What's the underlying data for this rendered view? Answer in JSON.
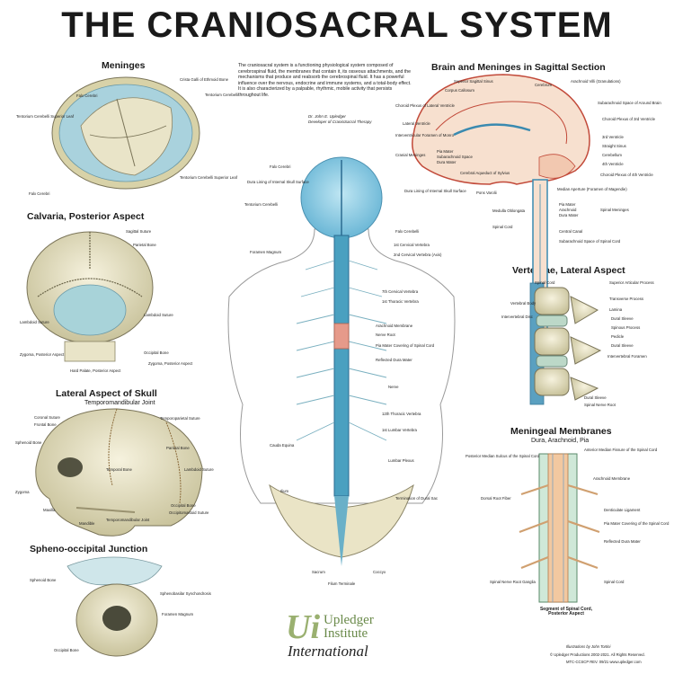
{
  "title": "THE CRANIOSACRAL SYSTEM",
  "intro": {
    "text": "The craniosacral system is a functioning physiological system composed of cerebrospinal fluid, the membranes that contain it, its osseous attachments, and the mechanisms that produce and reabsorb the cerebrospinal fluid. It has a powerful influence over the nervous, endocrine and immune systems, and a total-body effect. It is also characterized by a palpable, rhythmic, mobile activity that persists throughout life.",
    "author": "Dr. John E. Upledger",
    "author_role": "Developer of CranioSacral Therapy"
  },
  "panels": {
    "meninges": {
      "title": "Meninges",
      "labels": [
        "Crista Galli of Ethmoid Bone",
        "Falx Cerebri",
        "Tentorium Cerebelli",
        "Tentorium Cerebelli Superior Leaf",
        "Falx Cerebri",
        "Tentorium Cerebelli Superior Leaf"
      ]
    },
    "calvaria": {
      "title": "Calvaria, Posterior Aspect",
      "labels": [
        "Sagittal Suture",
        "Parietal Bone",
        "Lambdoid Suture",
        "Lambdoid Suture",
        "Zygoma, Posterior Aspect",
        "Occipital Bone",
        "Zygoma, Posterior Aspect",
        "Hard Palate, Posterior Aspect"
      ]
    },
    "lateral_skull": {
      "title": "Lateral Aspect of Skull",
      "subtitle": "Temporomandibular Joint",
      "labels": [
        "Coronal Suture",
        "Frontal Bone",
        "Temporoparietal Suture",
        "Sphenoid Bone",
        "Parietal Bone",
        "Temporal Bone",
        "Lambdoid Suture",
        "Zygoma",
        "Maxilla",
        "Mandible",
        "Occipital Bone",
        "Occipitomastoid Suture",
        "Temporomandibular Joint"
      ]
    },
    "spheno": {
      "title": "Spheno-occipital Junction",
      "labels": [
        "Sphenoid Bone",
        "Sphenobasilar Synchondrosis",
        "Foramen Magnum",
        "Occipital Bone"
      ]
    },
    "brain": {
      "title": "Brain and Meninges in Sagittal Section",
      "labels": [
        "Superior Sagittal Sinus",
        "Corpus Callosum",
        "Cerebrum",
        "Arachnoid Villi (Granulations)",
        "Choroid Plexus of Lateral Ventricle",
        "Subarachnoid Space of Around Brain",
        "Lateral Ventricle",
        "Choroid Plexus of 3rd Ventricle",
        "Interventricular Foramen of Monro",
        "3rd Ventricle",
        "Cranial Meninges",
        "Pia Mater",
        "Subarachnoid Space",
        "Dura Mater",
        "Straight Sinus",
        "Cerebellum",
        "4th Ventricle",
        "Cerebral Aqueduct of Sylvius",
        "Choroid Plexus of 4th Ventricle",
        "Pons Varolii",
        "Median Aperture (Foramen of Magendie)",
        "Medulla Oblongata",
        "Pia Mater",
        "Arachnoid",
        "Dura Mater",
        "Spinal Meninges",
        "Spinal Cord",
        "Central Canal",
        "Subarachnoid Space of Spinal Cord"
      ]
    },
    "vertebrae": {
      "title": "Vertebrae, Lateral Aspect",
      "labels": [
        "Spinal Cord",
        "Superior Articular Process",
        "Transverse Process",
        "Lamina",
        "Vertebral Body",
        "Intervertebral Disc",
        "Dural Sleeve",
        "Spinous Process",
        "Pedicle",
        "Dural Sleeve",
        "Intervertebral Foramen",
        "Dural Sleeve",
        "Spinal Nerve Root"
      ]
    },
    "membranes": {
      "title": "Meningeal Membranes",
      "subtitle": "Dura, Arachnoid, Pia",
      "labels": [
        "Anterior Median Fissure of the Spinal Cord",
        "Posterior Median Sulcus of the Spinal Cord",
        "Arachnoid Membrane",
        "Dorsal Root Fiber",
        "Denticulate Ligament",
        "Pia Mater Covering of the Spinal Cord",
        "Reflected Dura Mater",
        "Spinal Nerve Root Ganglia",
        "Spinal Cord"
      ],
      "caption": "Segment of Spinal Cord, Posterior Aspect"
    },
    "center": {
      "labels_left": [
        "Falx Cerebri",
        "Dura Lining of Internal Skull Surface",
        "Tentorium Cerebelli",
        "Foramen Magnum",
        "Cauda Equina",
        "Ilium",
        "Sacrum"
      ],
      "labels_right": [
        "Dura Lining of Internal Skull Surface",
        "Falx Cerebelli",
        "1st Cervical Vertebra",
        "2nd Cervical Vertebra (Axis)",
        "7th Cervical Vertebra",
        "1st Thoracic Vertebra",
        "Arachnoid Membrane",
        "Nerve Root",
        "Pia Mater Covering of Spinal Cord",
        "Reflected Dura Mater",
        "Nerve",
        "12th Thoracic Vertebra",
        "1st Lumbar Vertebra",
        "Lumbar Plexus",
        "Termination of Dural Sac",
        "Coccyx",
        "Filum Terminale"
      ]
    }
  },
  "logo": {
    "letters": "Ui",
    "line1": "Upledger",
    "line2": "Institute",
    "line3": "International"
  },
  "footer": {
    "credit": "Illustrations by John Tortini",
    "copyright": "© Upledger Productions 2002-2021. All Rights Reserved.",
    "item": "MTC-CCSCP REV. 09/21  www.upledger.com"
  }
}
